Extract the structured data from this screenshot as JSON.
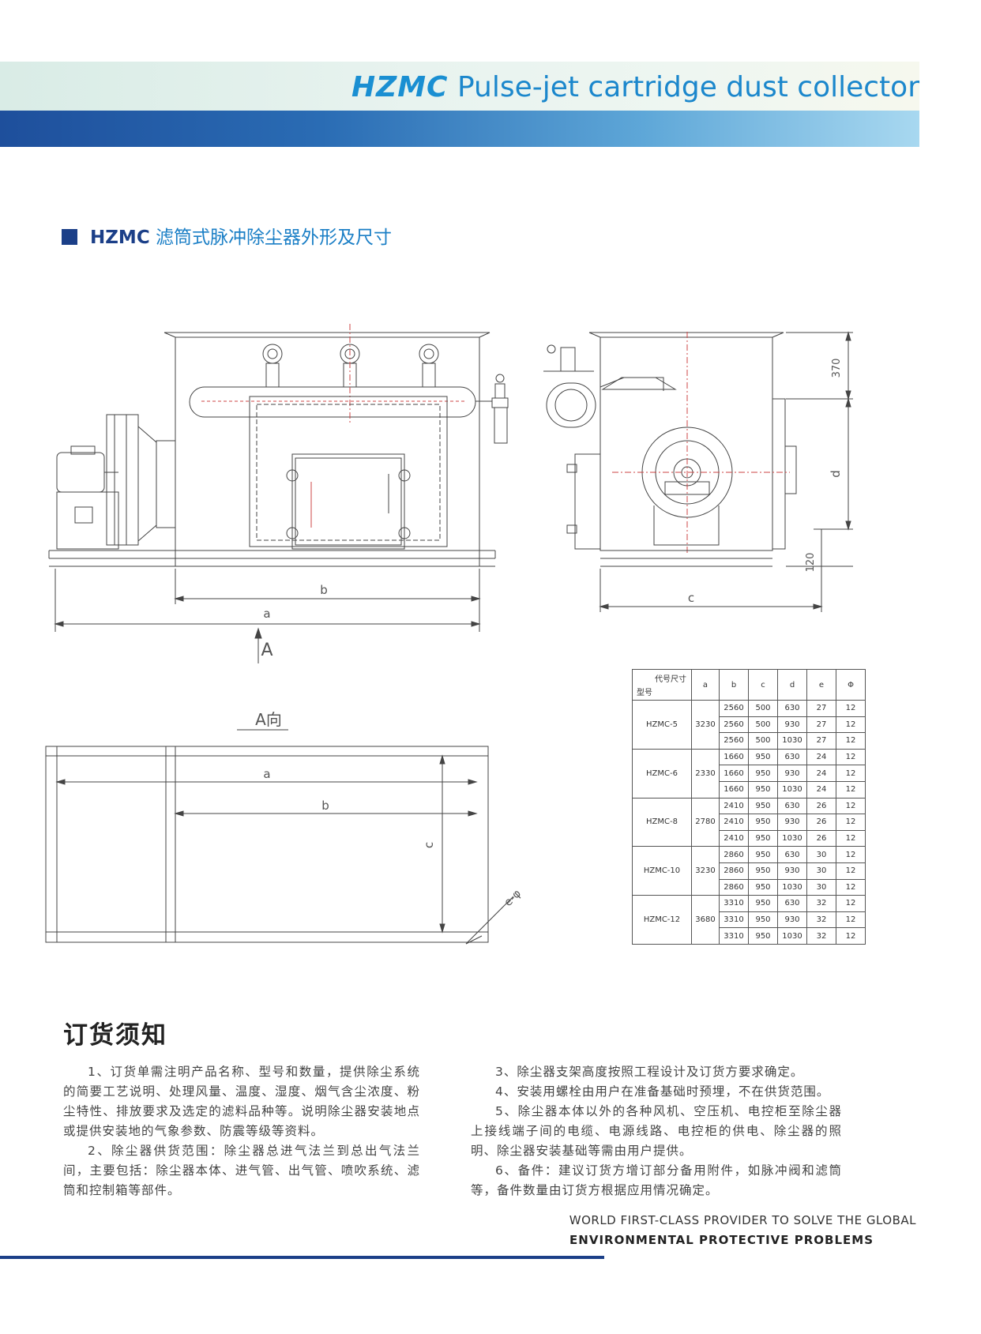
{
  "header": {
    "brand": "HZMC",
    "subtitle": "Pulse-jet cartridge dust collector"
  },
  "section": {
    "brand": "HZMC",
    "title_cn": "滤筒式脉冲除尘器外形及尺寸"
  },
  "drawing": {
    "labels": {
      "a": "a",
      "b": "b",
      "c": "c",
      "d": "d",
      "e_phi": "e-φ",
      "dim_370": "370",
      "dim_120": "120",
      "view_arrow": "A",
      "view_title": "A向"
    }
  },
  "table": {
    "header_top": "代号尺寸",
    "header_bottom": "型号",
    "columns": [
      "a",
      "b",
      "c",
      "d",
      "e",
      "Φ"
    ],
    "groups": [
      {
        "model": "HZMC-5",
        "a": "3230",
        "rows": [
          [
            "2560",
            "500",
            "630",
            "27",
            "12"
          ],
          [
            "2560",
            "500",
            "930",
            "27",
            "12"
          ],
          [
            "2560",
            "500",
            "1030",
            "27",
            "12"
          ]
        ]
      },
      {
        "model": "HZMC-6",
        "a": "2330",
        "rows": [
          [
            "1660",
            "950",
            "630",
            "24",
            "12"
          ],
          [
            "1660",
            "950",
            "930",
            "24",
            "12"
          ],
          [
            "1660",
            "950",
            "1030",
            "24",
            "12"
          ]
        ]
      },
      {
        "model": "HZMC-8",
        "a": "2780",
        "rows": [
          [
            "2410",
            "950",
            "630",
            "26",
            "12"
          ],
          [
            "2410",
            "950",
            "930",
            "26",
            "12"
          ],
          [
            "2410",
            "950",
            "1030",
            "26",
            "12"
          ]
        ]
      },
      {
        "model": "HZMC-10",
        "a": "3230",
        "rows": [
          [
            "2860",
            "950",
            "630",
            "30",
            "12"
          ],
          [
            "2860",
            "950",
            "930",
            "30",
            "12"
          ],
          [
            "2860",
            "950",
            "1030",
            "30",
            "12"
          ]
        ]
      },
      {
        "model": "HZMC-12",
        "a": "3680",
        "rows": [
          [
            "3310",
            "950",
            "630",
            "32",
            "12"
          ],
          [
            "3310",
            "950",
            "930",
            "32",
            "12"
          ],
          [
            "3310",
            "950",
            "1030",
            "32",
            "12"
          ]
        ]
      }
    ]
  },
  "order": {
    "title": "订货须知",
    "left": [
      "1、订货单需注明产品名称、型号和数量，提供除尘系统的简要工艺说明、处理风量、温度、湿度、烟气含尘浓度、粉尘特性、排放要求及选定的滤料品种等。说明除尘器安装地点或提供安装地的气象参数、防震等级等资料。",
      "2、除尘器供货范围：除尘器总进气法兰到总出气法兰间，主要包括：除尘器本体、进气管、出气管、喷吹系统、滤筒和控制箱等部件。"
    ],
    "right": [
      "3、除尘器支架高度按照工程设计及订货方要求确定。",
      "4、安装用螺栓由用户在准备基础时预埋，不在供货范围。",
      "5、除尘器本体以外的各种风机、空压机、电控柜至除尘器上接线端子间的电缆、电源线路、电控柜的供电、除尘器的照明、除尘器安装基础等需由用户提供。",
      "6、备件：建议订货方增订部分备用附件，如脉冲阀和滤筒等，备件数量由订货方根据应用情况确定。"
    ]
  },
  "footer": {
    "line1": "WORLD FIRST-CLASS PROVIDER TO SOLVE THE GLOBAL",
    "line2": "ENVIRONMENTAL PROTECTIVE PROBLEMS"
  }
}
